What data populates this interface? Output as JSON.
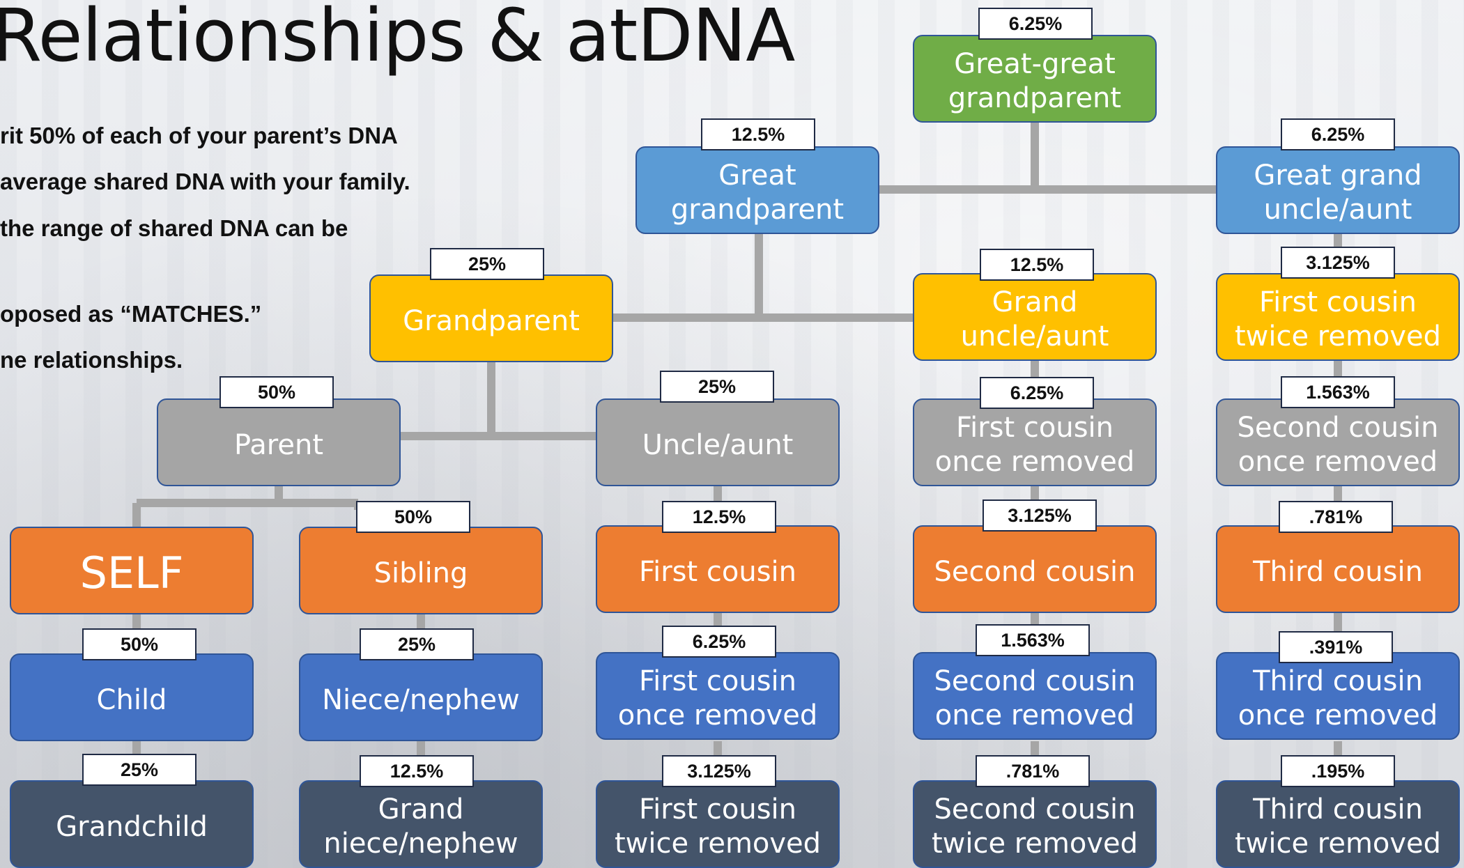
{
  "title": "Relationships & atDNA",
  "bullets": [
    "rit 50% of each of your parent’s DNA",
    "average shared DNA with your family.",
    "the range of shared DNA can be",
    "oposed as “MATCHES.”",
    "ne relationships."
  ],
  "colors": {
    "green": "#70ad47",
    "light_blue": "#5b9bd5",
    "yellow": "#ffc000",
    "gray": "#a5a5a5",
    "orange": "#ed7d31",
    "blue": "#4472c4",
    "navy": "#44546a",
    "connector": "#a6a6a6"
  },
  "nodes": {
    "great_great_grandparent": {
      "label": "Great-great\ngrandparent",
      "pct": "6.25%"
    },
    "great_grandparent": {
      "label": "Great\ngrandparent",
      "pct": "12.5%"
    },
    "great_grand_uncle_aunt": {
      "label": "Great grand\nuncle/aunt",
      "pct": "6.25%"
    },
    "grandparent": {
      "label": "Grandparent",
      "pct": "25%"
    },
    "grand_uncle_aunt": {
      "label": "Grand\nuncle/aunt",
      "pct": "12.5%"
    },
    "first_cousin_twice_removed_up": {
      "label": "First cousin\ntwice removed",
      "pct": "3.125%"
    },
    "parent": {
      "label": "Parent",
      "pct": "50%"
    },
    "uncle_aunt": {
      "label": "Uncle/aunt",
      "pct": "25%"
    },
    "first_cousin_once_removed_up": {
      "label": "First cousin\nonce removed",
      "pct": "6.25%"
    },
    "second_cousin_once_removed_up": {
      "label": "Second cousin\nonce removed",
      "pct": "1.563%"
    },
    "self": {
      "label": "SELF"
    },
    "sibling": {
      "label": "Sibling",
      "pct": "50%"
    },
    "first_cousin": {
      "label": "First cousin",
      "pct": "12.5%"
    },
    "second_cousin": {
      "label": "Second cousin",
      "pct": "3.125%"
    },
    "third_cousin": {
      "label": "Third cousin",
      "pct": ".781%"
    },
    "child": {
      "label": "Child",
      "pct": "50%"
    },
    "niece_nephew": {
      "label": "Niece/nephew",
      "pct": "25%"
    },
    "first_cousin_once_removed_down": {
      "label": "First cousin\nonce removed",
      "pct": "6.25%"
    },
    "second_cousin_once_removed_down": {
      "label": "Second cousin\nonce removed",
      "pct": "1.563%"
    },
    "third_cousin_once_removed": {
      "label": "Third cousin\nonce removed",
      "pct": ".391%"
    },
    "grandchild": {
      "label": "Grandchild",
      "pct": "25%"
    },
    "grand_niece_nephew": {
      "label": "Grand\nniece/nephew",
      "pct": "12.5%"
    },
    "first_cousin_twice_removed_down": {
      "label": "First cousin\ntwice removed",
      "pct": "3.125%"
    },
    "second_cousin_twice_removed": {
      "label": "Second cousin\ntwice removed",
      "pct": ".781%"
    },
    "third_cousin_twice_removed": {
      "label": "Third cousin\ntwice removed",
      "pct": ".195%"
    }
  }
}
